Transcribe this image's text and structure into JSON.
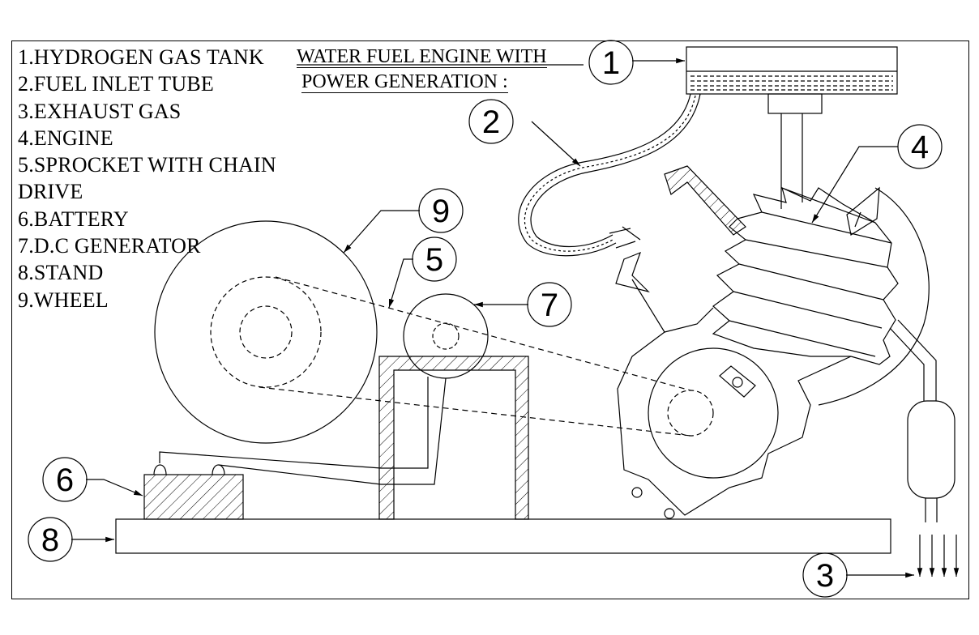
{
  "legend": [
    "1.HYDROGEN GAS TANK",
    "2.FUEL INLET TUBE",
    "3.EXHAUST GAS",
    "4.ENGINE",
    "5.SPROCKET WITH CHAIN",
    "DRIVE",
    "6.BATTERY",
    "7.D.C GENERATOR",
    "8.STAND",
    "9.WHEEL"
  ],
  "title": {
    "line1": "WATER FUEL ENGINE WITH",
    "line2": "POWER GENERATION :"
  },
  "callouts": [
    "1",
    "2",
    "3",
    "4",
    "5",
    "6",
    "7",
    "8",
    "9"
  ]
}
